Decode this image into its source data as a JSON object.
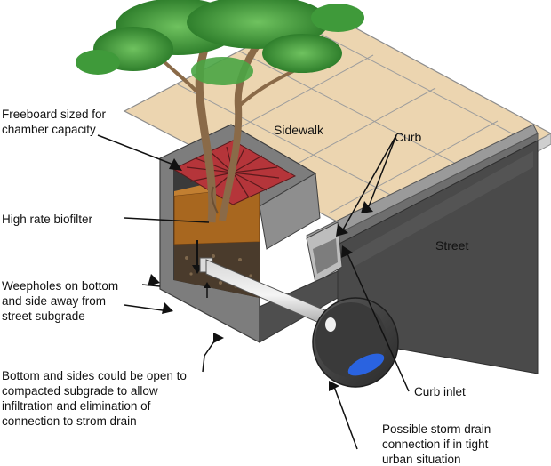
{
  "labels": {
    "freeboard": [
      "Freeboard sized for",
      "chamber capacity"
    ],
    "sidewalk": "Sidewalk",
    "curb": "Curb",
    "biofilter": "High rate biofilter",
    "street": "Street",
    "weepholes": [
      "Weepholes on bottom",
      "and side away from",
      "street subgrade"
    ],
    "bottom_sides": [
      "Bottom and sides could be open to",
      "compacted subgrade to allow",
      "infiltration and elimination of",
      "connection to strom drain"
    ],
    "curb_inlet": "Curb inlet",
    "storm_drain": [
      "Possible storm drain",
      "connection if in tight",
      "urban situation"
    ]
  },
  "colors": {
    "sidewalk": "#ecd5b0",
    "street": "#4a4a4a",
    "concrete": "#7d7d7d",
    "biofilter": "#a8671f",
    "grate": "#b5353a",
    "foliage": "#3f9a3a",
    "trunk": "#8a6a48",
    "drain_water": "#2a63e0"
  }
}
